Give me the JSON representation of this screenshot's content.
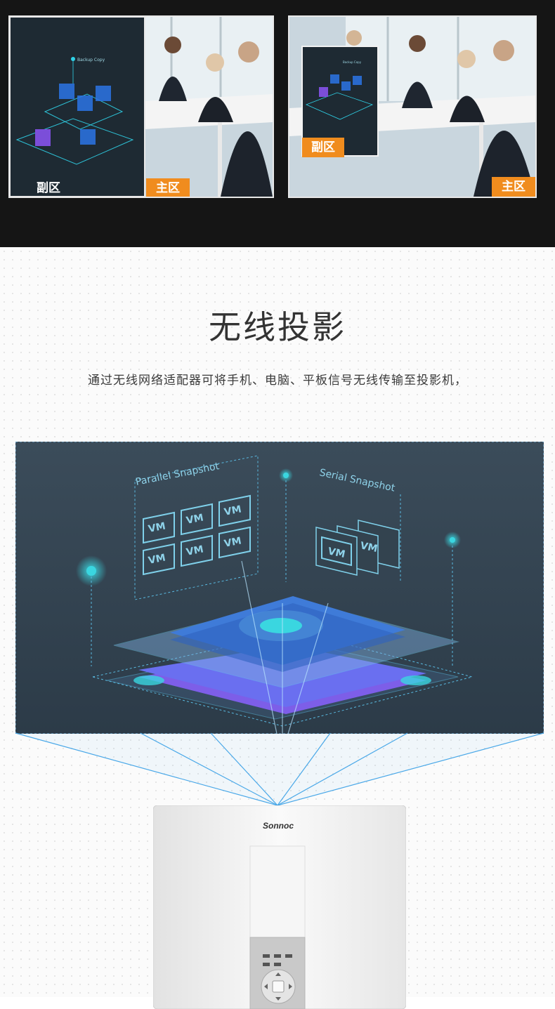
{
  "top_panel": {
    "left_image": {
      "sub_label": "副区",
      "main_label": "主区",
      "inset_text": "Backup Copy"
    },
    "right_image": {
      "sub_label": "副区",
      "main_label": "主区",
      "inset_text": "Backup Copy"
    }
  },
  "section": {
    "title": "无线投影",
    "subtitle": "通过无线网络适配器可将手机、电脑、平板信号无线传输至投影机，"
  },
  "projection": {
    "parallel_label": "Parallel Snapshot",
    "serial_label": "Serial Snapshot",
    "vm_label": "VM"
  },
  "projector": {
    "brand": "Sonnoc"
  },
  "colors": {
    "accent": "#f08c1e",
    "screen_bg": "#344654",
    "glow": "#3ad6e0",
    "beam": "#4aa8e8"
  }
}
